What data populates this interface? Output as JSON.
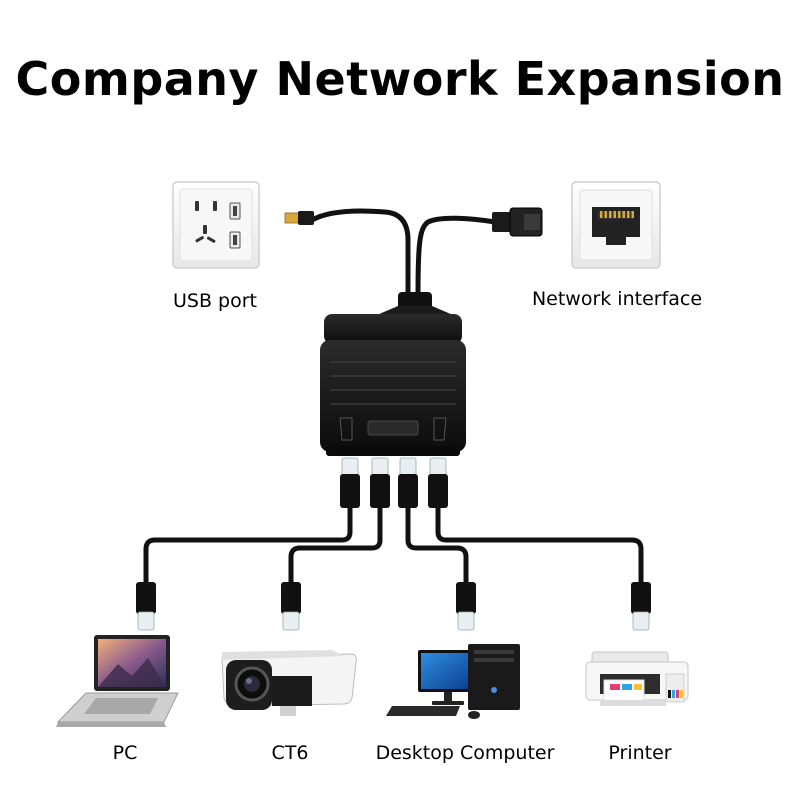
{
  "title": "Company Network Expansion",
  "top_devices": {
    "usb_label": "USB port",
    "network_label": "Network interface"
  },
  "end_devices": {
    "pc_label": "PC",
    "camera_label": "CT6",
    "desktop_label": "Desktop Computer",
    "printer_label": "Printer"
  },
  "colors": {
    "cable": "#111111",
    "splitter_body": "#1a1a1a",
    "panel": "#f2f2f2",
    "gold_pins": "#d8a73a"
  }
}
